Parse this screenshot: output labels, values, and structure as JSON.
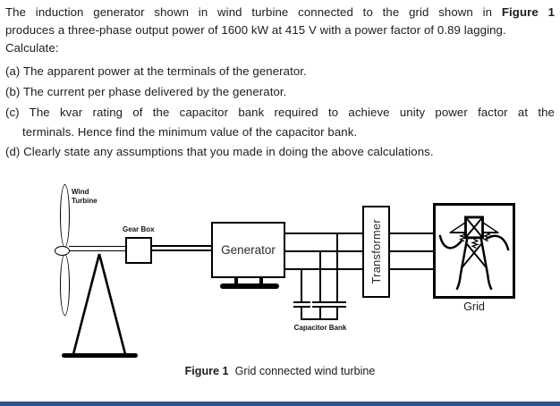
{
  "problem": {
    "line1": "The induction generator shown in wind turbine connected to the grid shown in",
    "line1_figure_ref": "Figure 1",
    "line2": "produces a three-phase output power of 1600 kW at 415 V with a power factor of 0.89 lagging.",
    "line3": "Calculate:",
    "items": {
      "a": "(a) The apparent power at the terminals of the generator.",
      "b": "(b) The current per phase delivered by the generator.",
      "c1": "(c) The kvar rating of the capacitor bank required to achieve unity power factor at the",
      "c2": "terminals. Hence find the minimum value of the capacitor bank.",
      "d": "(d) Clearly state any assumptions that you made in doing the above calculations."
    }
  },
  "diagram": {
    "wind_turbine_label_line1": "Wind",
    "wind_turbine_label_line2": "Turbine",
    "gear_box_label": "Gear Box",
    "generator_label": "Generator",
    "transformer_label": "Transformer",
    "capacitor_bank_label": "Capacitor Bank",
    "grid_label": "Grid"
  },
  "caption": {
    "figure_label": "Figure 1",
    "text": "Grid connected wind turbine"
  },
  "colors": {
    "ink": "#1c1c1c",
    "line": "#000000",
    "bottom_bar": "#2f5496"
  }
}
